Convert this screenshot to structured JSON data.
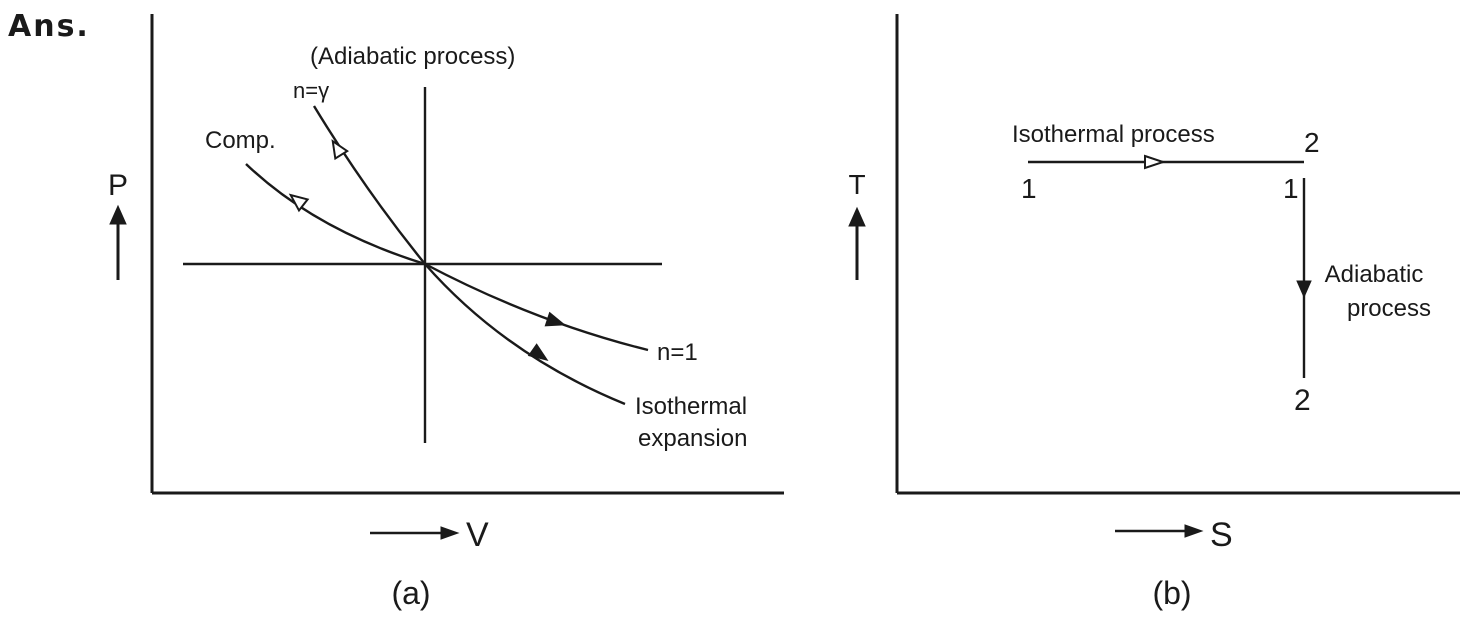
{
  "answer_label": "Ans.",
  "panel_a": {
    "caption": "(a)",
    "y_axis_label": "P",
    "x_axis_label": "V",
    "labels": {
      "adiabatic_process": "(Adiabatic process)",
      "n_gamma": "n=γ",
      "comp": "Comp.",
      "n_one": "n=1",
      "isothermal": "Isothermal",
      "expansion": "expansion"
    }
  },
  "panel_b": {
    "caption": "(b)",
    "y_axis_label": "T",
    "x_axis_label": "S",
    "labels": {
      "isothermal_process": "Isothermal process",
      "point_1_start": "1",
      "point_2_end": "2",
      "point_1_top": "1",
      "adiabatic": "Adiabatic",
      "process": "process",
      "point_2_bottom": "2"
    }
  }
}
